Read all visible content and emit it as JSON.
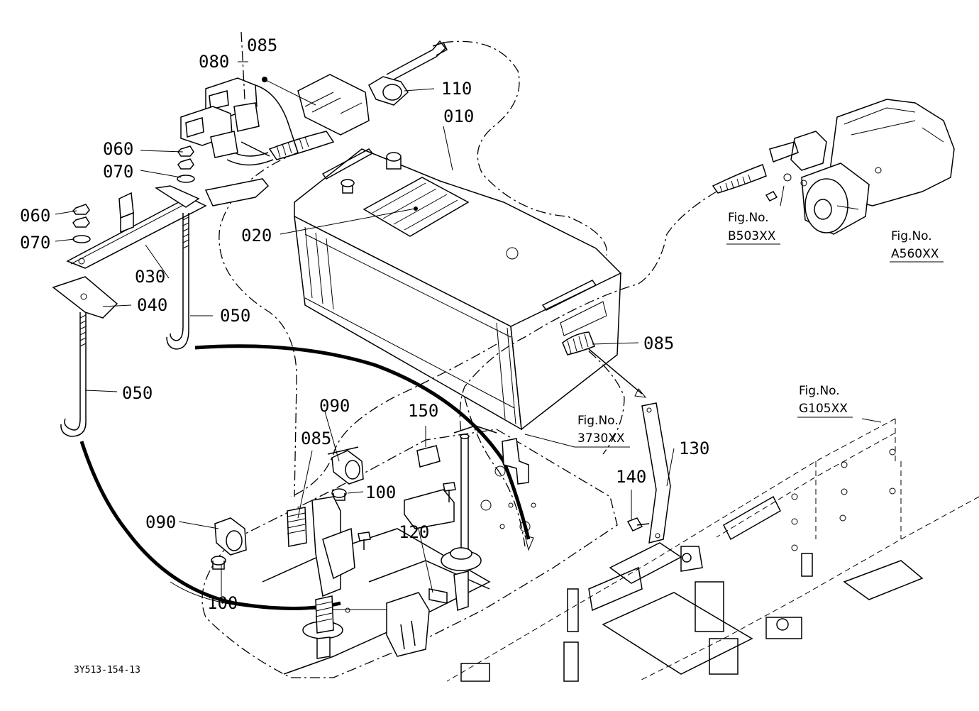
{
  "diagram": {
    "part_labels": {
      "p085_top": "085",
      "p080": "080",
      "p110": "110",
      "p010": "010",
      "p060_a": "060",
      "p070_a": "070",
      "p060_b": "060",
      "p070_b": "070",
      "p020": "020",
      "p030": "030",
      "p040": "040",
      "p050_a": "050",
      "p050_b": "050",
      "p085_right": "085",
      "p090_a": "090",
      "p085_mid": "085",
      "p150": "150",
      "p100_a": "100",
      "p090_b": "090",
      "p120": "120",
      "p100_b": "100",
      "p130": "130",
      "p140": "140"
    },
    "figure_refs": {
      "b503": {
        "title": "Fig.No.",
        "code": "B503XX"
      },
      "a560": {
        "title": "Fig.No.",
        "code": "A560XX"
      },
      "r3730": {
        "title": "Fig.No.",
        "code": "3730XX"
      },
      "g105": {
        "title": "Fig.No.",
        "code": "G105XX"
      }
    },
    "drawing_code": "3Y513-154-13"
  }
}
